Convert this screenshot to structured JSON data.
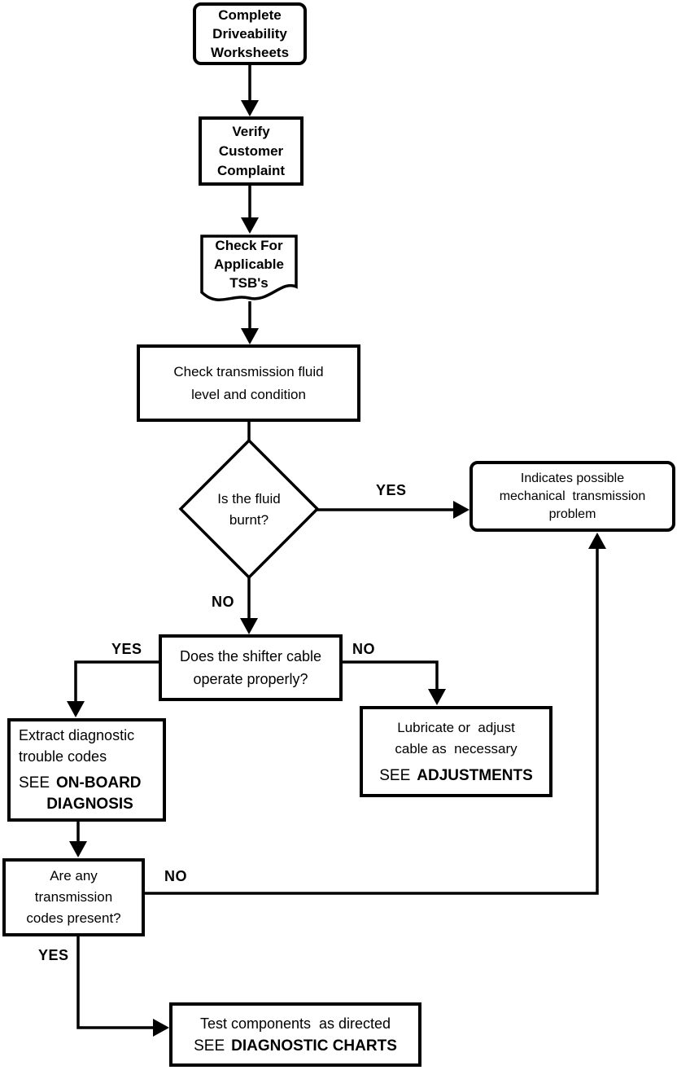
{
  "nodes": {
    "complete_worksheets": {
      "line1": "Complete",
      "line2": "Driveability",
      "line3": "Worksheets"
    },
    "verify_complaint": {
      "line1": "Verify",
      "line2": "Customer",
      "line3": "Complaint"
    },
    "check_tsbs": {
      "line1": "Check For",
      "line2": "Applicable",
      "line3": "TSB's"
    },
    "check_fluid": {
      "line1": "Check transmission fluid",
      "line2": "level and condition"
    },
    "fluid_burnt": {
      "line1": "Is the fluid",
      "line2": "burnt?"
    },
    "mechanical_problem": {
      "line1": "Indicates possible",
      "line2": "mechanical  transmission",
      "line3": "problem"
    },
    "shifter_cable": {
      "line1": "Does the shifter cable",
      "line2": "operate properly?"
    },
    "extract_codes": {
      "line1": "Extract diagnostic",
      "line2": "trouble codes",
      "see": "SEE",
      "ref_line1": "ON-BOARD",
      "ref_line2": "DIAGNOSIS"
    },
    "lubricate_cable": {
      "line1": "Lubricate or  adjust",
      "line2": "cable as  necessary",
      "see": "SEE",
      "ref": "ADJUSTMENTS"
    },
    "codes_present": {
      "line1": "Are any",
      "line2": "transmission",
      "line3": "codes present?"
    },
    "test_components": {
      "line1": "Test components  as directed",
      "see": "SEE",
      "ref": "DIAGNOSTIC CHARTS"
    }
  },
  "labels": {
    "fluid_yes": "YES",
    "fluid_no": "NO",
    "cable_yes": "YES",
    "cable_no": "NO",
    "codes_no": "NO",
    "codes_yes": "YES"
  },
  "colors": {
    "line": "#000000",
    "background": "#ffffff",
    "box_fill": "#ffffff"
  }
}
